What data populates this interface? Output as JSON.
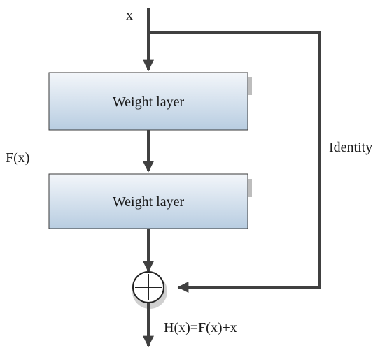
{
  "diagram": {
    "input_label": "x",
    "residual_label": "F(x)",
    "skip_label": "Identity",
    "output_label": "H(x)=F(x)+x",
    "layers": [
      {
        "label": "Weight layer"
      },
      {
        "label": "Weight layer"
      }
    ],
    "colors": {
      "line": "#404040",
      "box_top": "#f3f6fa",
      "box_bottom": "#b8cde1",
      "box_border": "#3a3a3a"
    },
    "icons": {
      "sum": "circled-plus-icon"
    }
  }
}
